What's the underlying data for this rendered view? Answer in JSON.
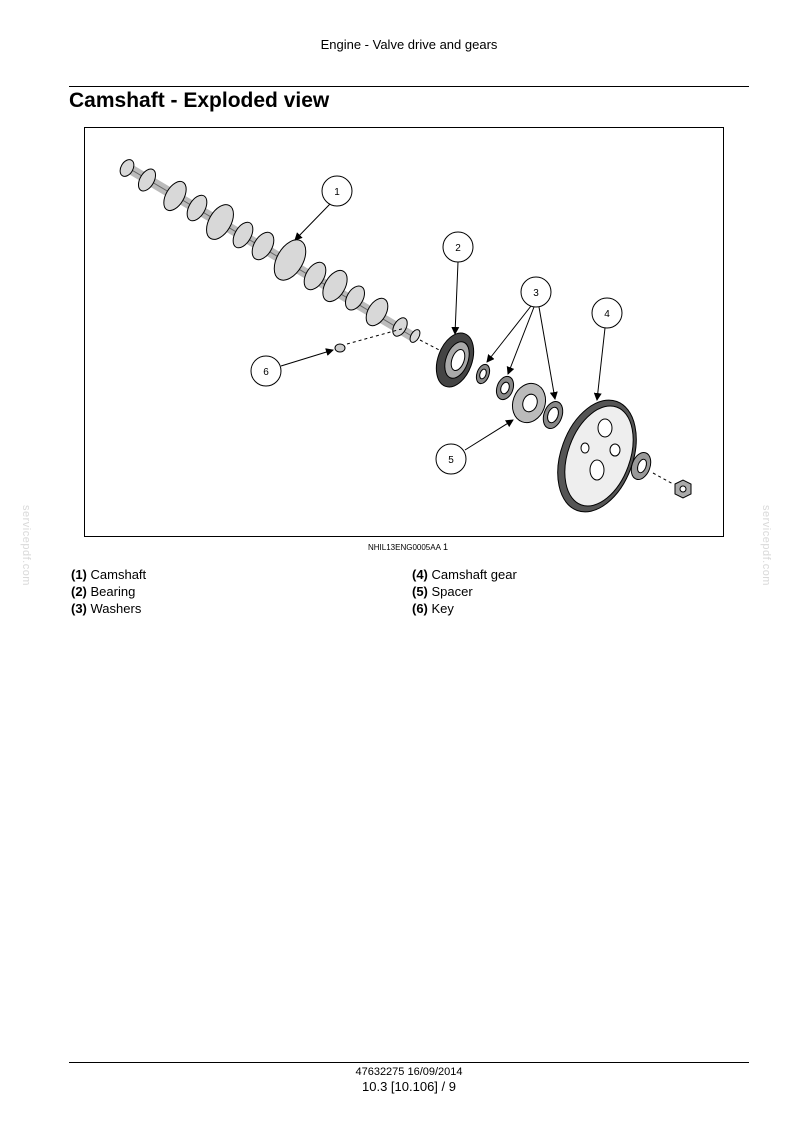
{
  "header": {
    "section_title": "Engine - Valve drive and gears"
  },
  "page_title": "Camshaft - Exploded view",
  "figure": {
    "code": "NHIL13ENG0005AA",
    "number": "1",
    "callouts": [
      "1",
      "2",
      "3",
      "4",
      "5",
      "6"
    ]
  },
  "legend": {
    "left": [
      {
        "num": "(1)",
        "label": "Camshaft"
      },
      {
        "num": "(2)",
        "label": "Bearing"
      },
      {
        "num": "(3)",
        "label": "Washers"
      }
    ],
    "right": [
      {
        "num": "(4)",
        "label": "Camshaft gear"
      },
      {
        "num": "(5)",
        "label": "Spacer"
      },
      {
        "num": "(6)",
        "label": "Key"
      }
    ]
  },
  "watermark": "servicepdf.com",
  "footer": {
    "doc_code": "47632275 16/09/2014",
    "page_ref": "10.3 [10.106] / 9"
  }
}
